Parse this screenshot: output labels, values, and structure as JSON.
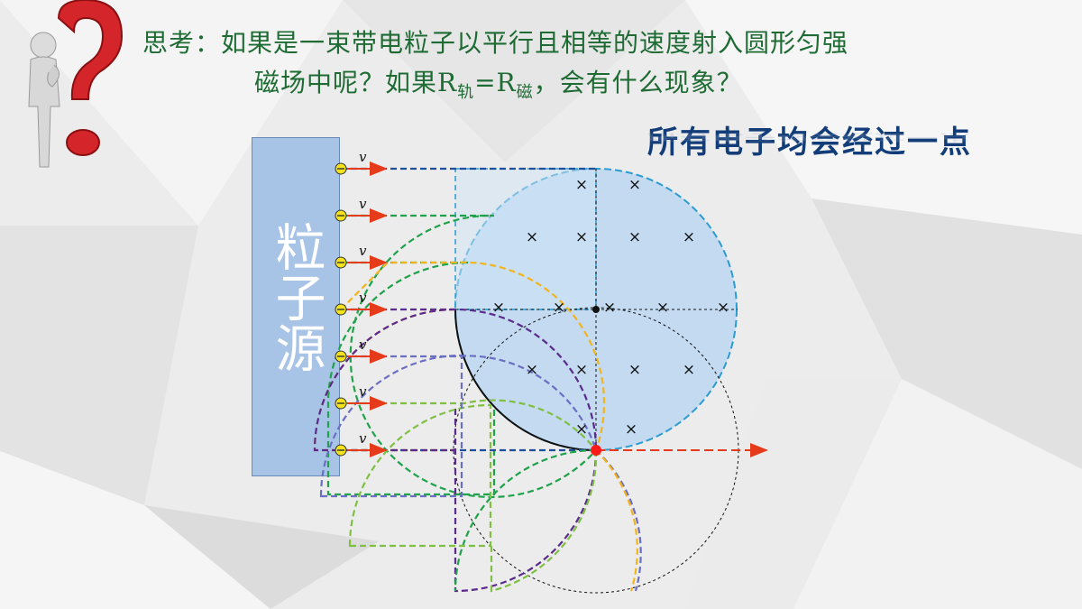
{
  "question": {
    "line1": "思考：如果是一束带电粒子以平行且相等的速度射入圆形匀强",
    "line2_prefix": "磁场中呢？如果R",
    "sub_orbit": "轨",
    "equals": "=R",
    "sub_field": "磁",
    "line2_suffix": "，会有什么现象？"
  },
  "conclusion": "所有电子均会经过一点",
  "source_label": "粒子源",
  "velocity_label": "v",
  "field_mark": "×",
  "colors": {
    "question_text": "#1f6b34",
    "conclusion_text": "#123d79",
    "source_fill": "#a7c3e6",
    "field_fill": "#bcd7f2",
    "field_border": "#2b9bd0",
    "particle_fill": "#f4e21c",
    "velocity_arrow": "#e63b1a",
    "focus_point": "#ff1a1a",
    "track_green": "#1fa24a",
    "track_yellow": "#f2b41c",
    "track_purple": "#5a2a8c",
    "track_blue": "#6a6fc4",
    "track_lightgreen": "#7fc043"
  }
}
